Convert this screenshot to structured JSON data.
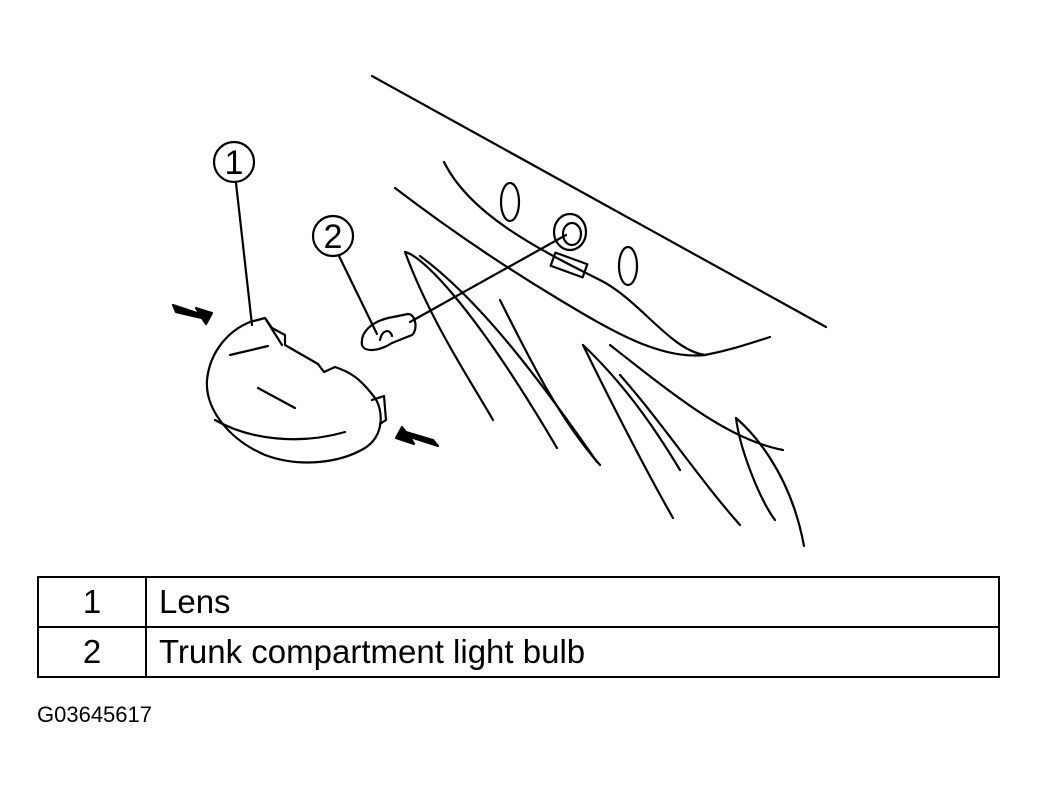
{
  "callouts": [
    {
      "number": "1"
    },
    {
      "number": "2"
    }
  ],
  "legend": {
    "rows": [
      {
        "number": "1",
        "description": "Lens"
      },
      {
        "number": "2",
        "description": "Trunk compartment light bulb"
      }
    ]
  },
  "figure_id": "G03645617"
}
